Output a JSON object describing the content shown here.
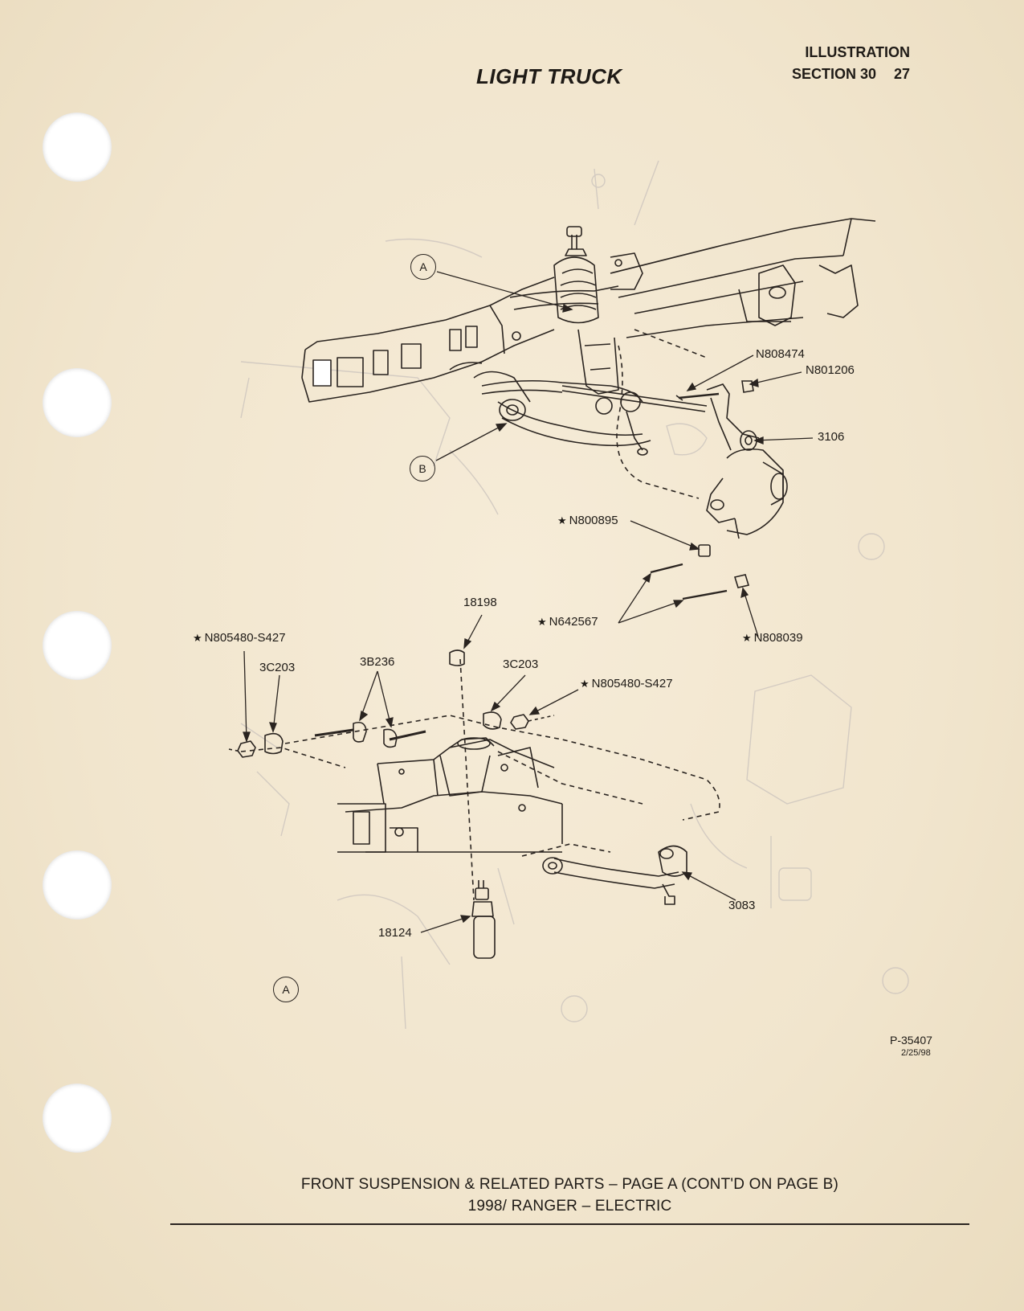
{
  "header": {
    "title": "LIGHT TRUCK",
    "label": "ILLUSTRATION",
    "section": "SECTION 30",
    "page": "27"
  },
  "callouts": {
    "ref_a_top": "A",
    "ref_b": "B",
    "ref_a_bottom": "A",
    "n808474": "N808474",
    "n801206": "N801206",
    "p3106": "3106",
    "n800895": "N800895",
    "n642567": "N642567",
    "n808039": "N808039",
    "p18198": "18198",
    "n805480_left": "N805480-S427",
    "c3c203_left": "3C203",
    "p3b236": "3B236",
    "c3c203_right": "3C203",
    "n805480_right": "N805480-S427",
    "p3083": "3083",
    "p18124": "18124"
  },
  "footer": {
    "illustration_id": "P-35407",
    "date": "2/25/98",
    "caption_line1": "FRONT SUSPENSION & RELATED PARTS – PAGE A (CONT'D ON PAGE B)",
    "caption_line2": "1998/ RANGER – ELECTRIC"
  }
}
